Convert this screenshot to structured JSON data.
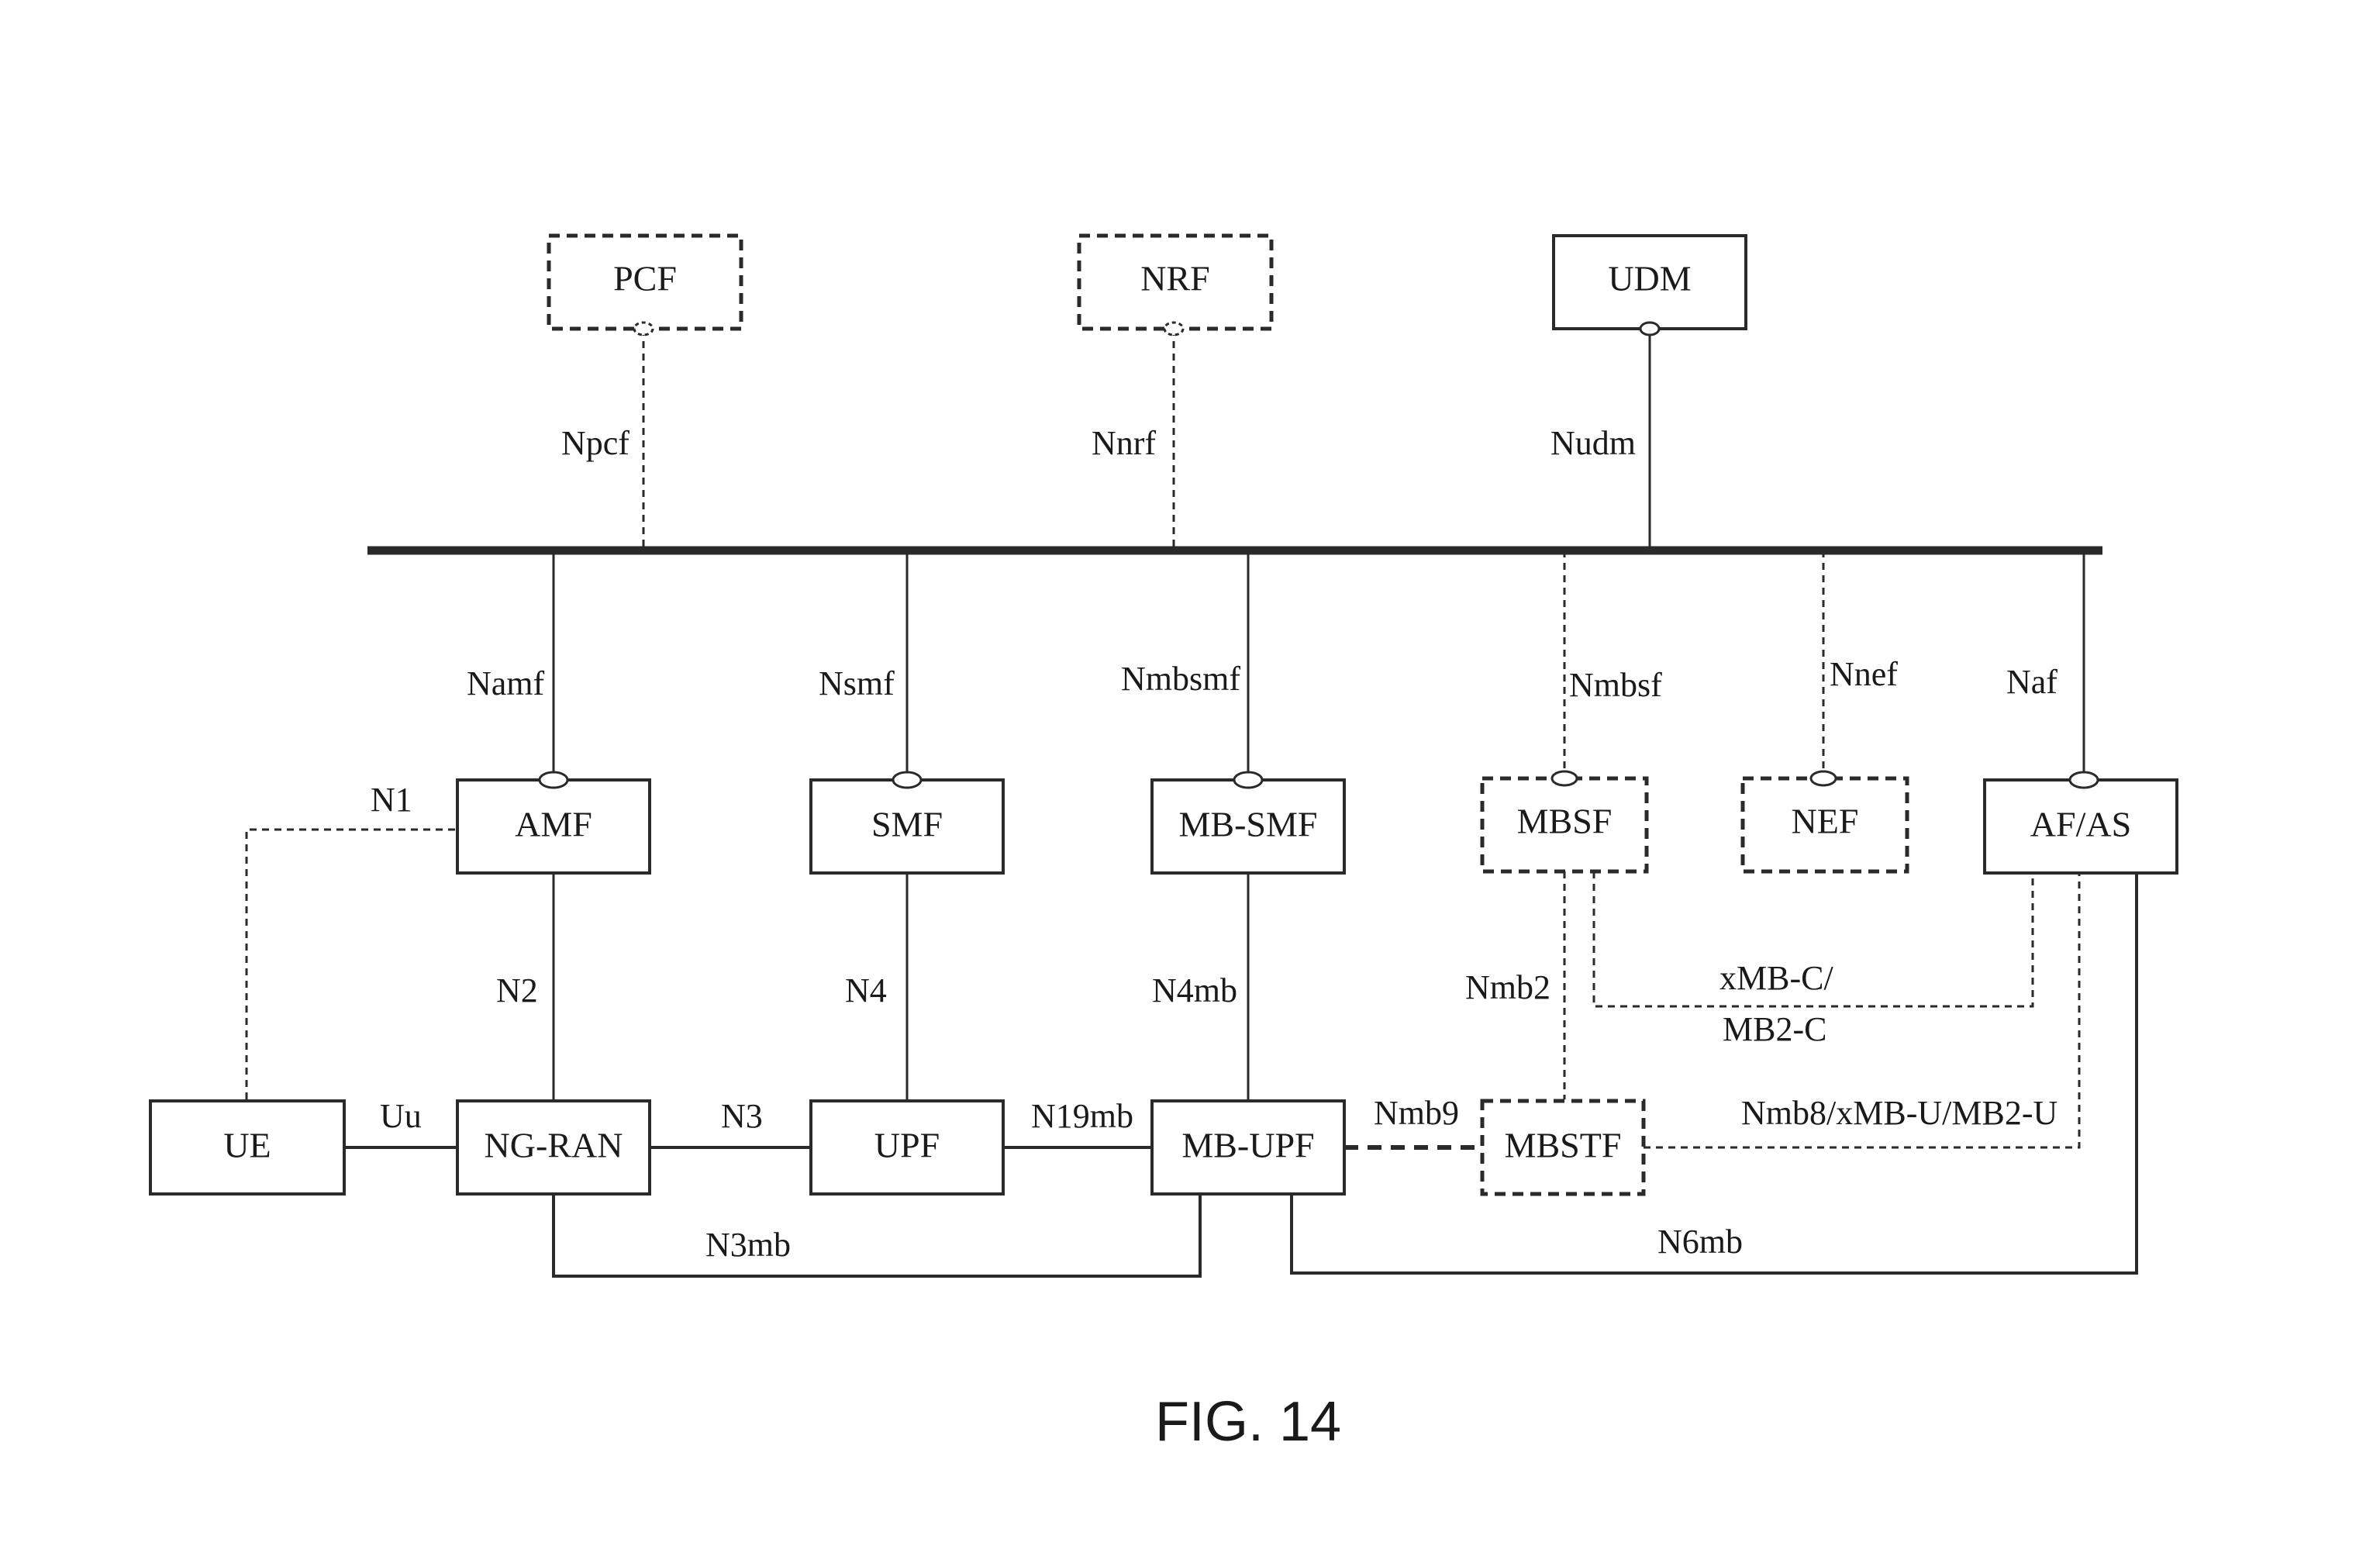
{
  "nodes": {
    "pcf": "PCF",
    "nrf": "NRF",
    "udm": "UDM",
    "amf": "AMF",
    "smf": "SMF",
    "mb_smf": "MB-SMF",
    "mbsf": "MBSF",
    "nef": "NEF",
    "af_as": "AF/AS",
    "ue": "UE",
    "ng_ran": "NG-RAN",
    "upf": "UPF",
    "mb_upf": "MB-UPF",
    "mbstf": "MBSTF"
  },
  "interfaces": {
    "npcf": "Npcf",
    "nnrf": "Nnrf",
    "nudm": "Nudm",
    "namf": "Namf",
    "nsmf": "Nsmf",
    "nmbsmf": "Nmbsmf",
    "nmbsf": "Nmbsf",
    "nnef": "Nnef",
    "naf": "Naf",
    "n1": "N1",
    "n2": "N2",
    "n4": "N4",
    "n4mb": "N4mb",
    "nmb2": "Nmb2",
    "xmb_c_line1": "xMB-C/",
    "xmb_c_line2": "MB2-C",
    "uu": "Uu",
    "n3": "N3",
    "n19mb": "N19mb",
    "nmb9": "Nmb9",
    "nmb8": "Nmb8/xMB-U/MB2-U",
    "n3mb": "N3mb",
    "n6mb": "N6mb"
  },
  "caption": "FIG. 14"
}
